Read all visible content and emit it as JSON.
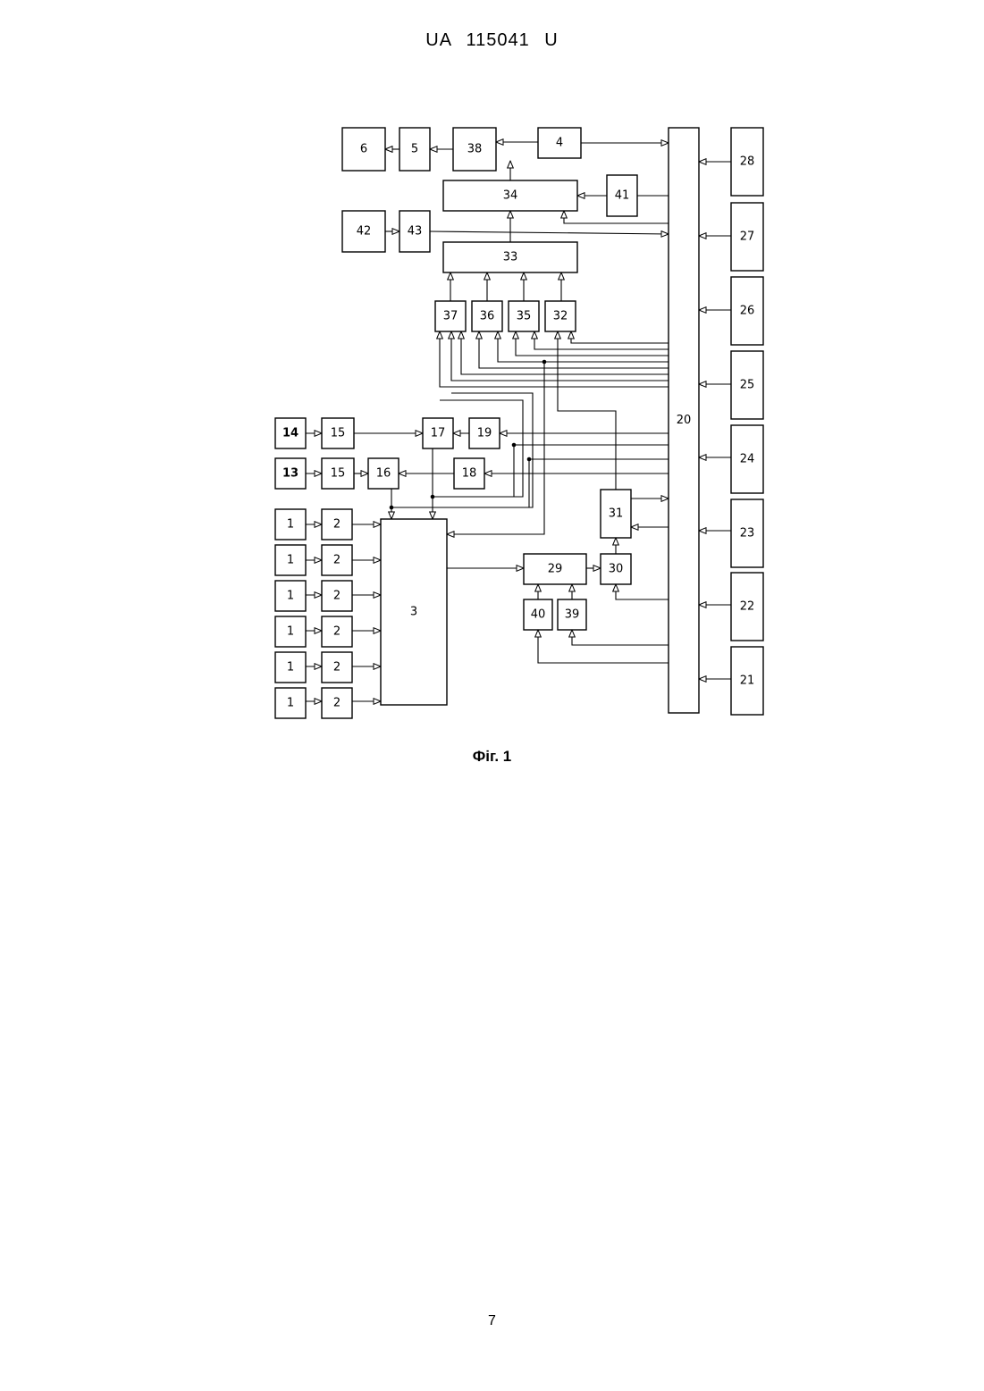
{
  "header": {
    "text": "UA   115041   U"
  },
  "caption": {
    "text": "Фіг. 1"
  },
  "page_number": {
    "text": "7"
  },
  "blocks": [
    {
      "id": "b6",
      "label": "6"
    },
    {
      "id": "b5",
      "label": "5"
    },
    {
      "id": "b38",
      "label": "38"
    },
    {
      "id": "b4",
      "label": "4"
    },
    {
      "id": "b34",
      "label": "34"
    },
    {
      "id": "b41",
      "label": "41"
    },
    {
      "id": "b42",
      "label": "42"
    },
    {
      "id": "b43",
      "label": "43"
    },
    {
      "id": "b33",
      "label": "33"
    },
    {
      "id": "b37",
      "label": "37"
    },
    {
      "id": "b36",
      "label": "36"
    },
    {
      "id": "b35",
      "label": "35"
    },
    {
      "id": "b32",
      "label": "32"
    },
    {
      "id": "b14",
      "label": "14"
    },
    {
      "id": "b15a",
      "label": "15"
    },
    {
      "id": "b17",
      "label": "17"
    },
    {
      "id": "b19",
      "label": "19"
    },
    {
      "id": "b13",
      "label": "13"
    },
    {
      "id": "b15b",
      "label": "15"
    },
    {
      "id": "b16",
      "label": "16"
    },
    {
      "id": "b18",
      "label": "18"
    },
    {
      "id": "b1a",
      "label": "1"
    },
    {
      "id": "b2a",
      "label": "2"
    },
    {
      "id": "b1b",
      "label": "1"
    },
    {
      "id": "b2b",
      "label": "2"
    },
    {
      "id": "b1c",
      "label": "1"
    },
    {
      "id": "b2c",
      "label": "2"
    },
    {
      "id": "b1d",
      "label": "1"
    },
    {
      "id": "b2d",
      "label": "2"
    },
    {
      "id": "b1e",
      "label": "1"
    },
    {
      "id": "b2e",
      "label": "2"
    },
    {
      "id": "b1f",
      "label": "1"
    },
    {
      "id": "b2f",
      "label": "2"
    },
    {
      "id": "b3",
      "label": "3"
    },
    {
      "id": "b29",
      "label": "29"
    },
    {
      "id": "b30",
      "label": "30"
    },
    {
      "id": "b31",
      "label": "31"
    },
    {
      "id": "b40",
      "label": "40"
    },
    {
      "id": "b39",
      "label": "39"
    },
    {
      "id": "b20",
      "label": "20"
    },
    {
      "id": "b28",
      "label": "28"
    },
    {
      "id": "b27",
      "label": "27"
    },
    {
      "id": "b26",
      "label": "26"
    },
    {
      "id": "b25",
      "label": "25"
    },
    {
      "id": "b24",
      "label": "24"
    },
    {
      "id": "b23",
      "label": "23"
    },
    {
      "id": "b22",
      "label": "22"
    },
    {
      "id": "b21",
      "label": "21"
    }
  ]
}
